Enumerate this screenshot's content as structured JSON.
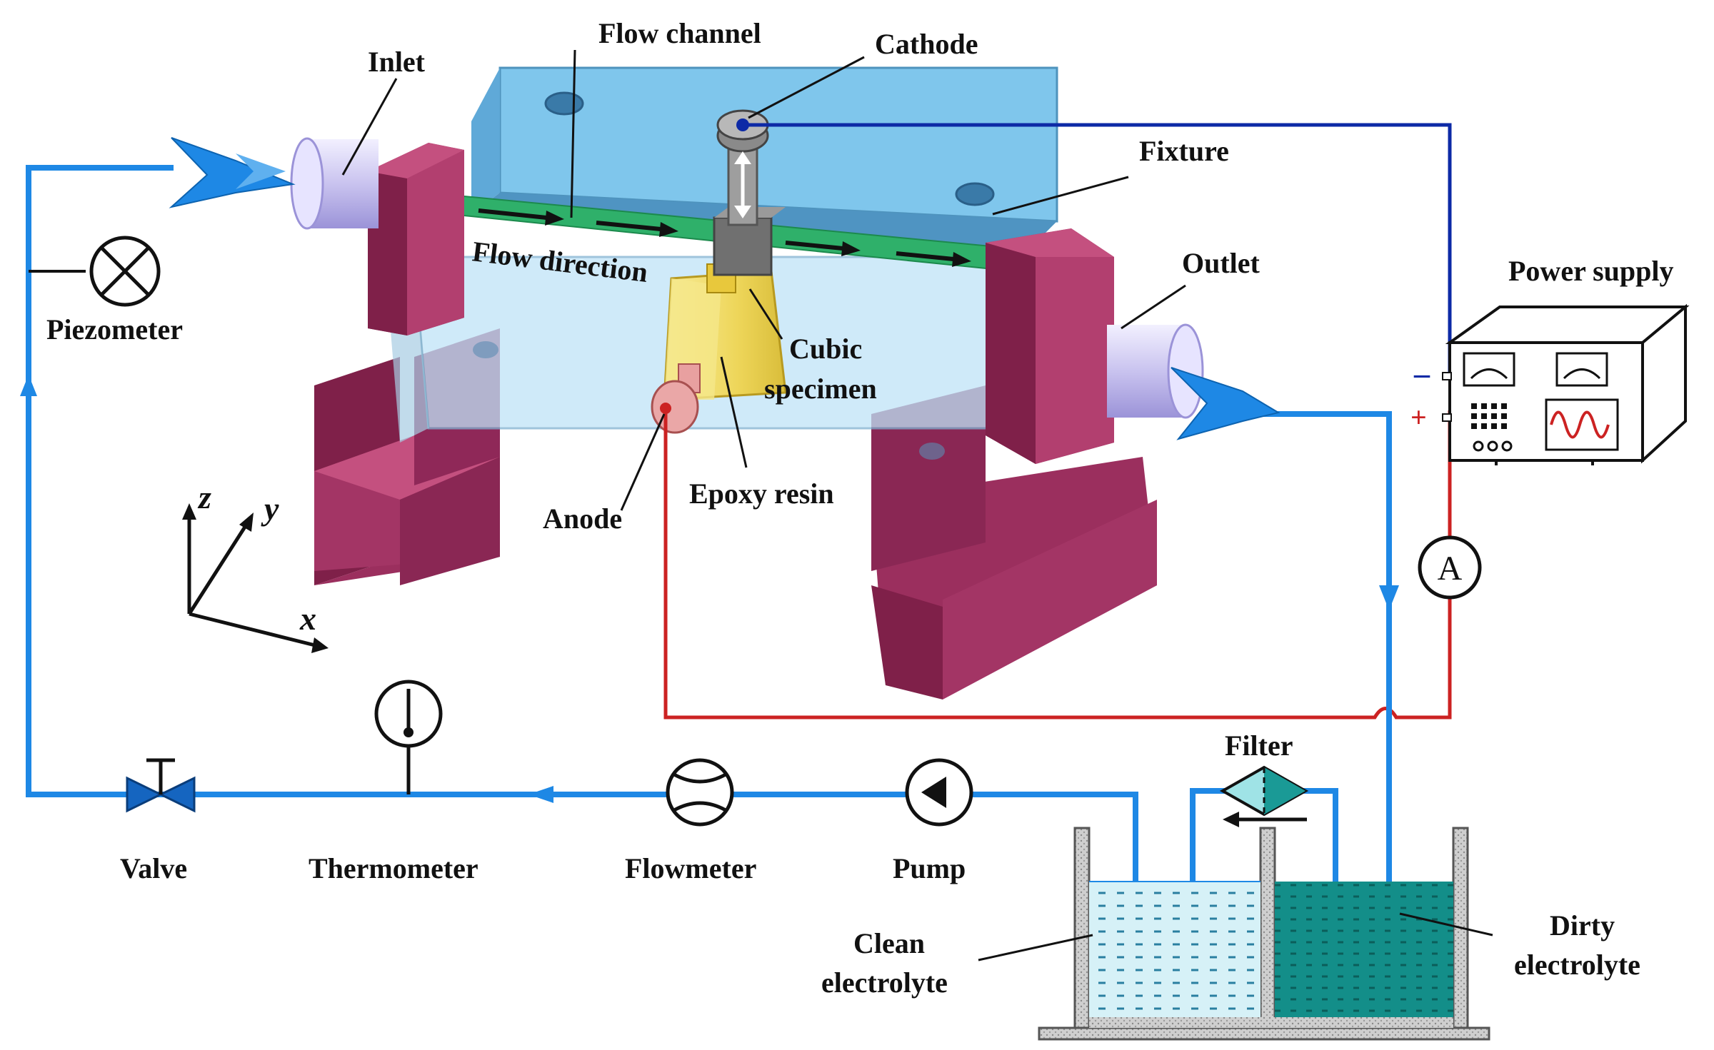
{
  "labels": {
    "flow_channel": "Flow channel",
    "cathode": "Cathode",
    "inlet": "Inlet",
    "fixture": "Fixture",
    "outlet": "Outlet",
    "power_supply": "Power supply",
    "flow_direction": "Flow direction",
    "cubic_specimen_line1": "Cubic",
    "cubic_specimen_line2": "specimen",
    "epoxy_resin": "Epoxy resin",
    "anode": "Anode",
    "piezometer": "Piezometer",
    "valve": "Valve",
    "thermometer": "Thermometer",
    "flowmeter": "Flowmeter",
    "pump": "Pump",
    "filter": "Filter",
    "clean_electrolyte_line1": "Clean",
    "clean_electrolyte_line2": "electrolyte",
    "dirty_electrolyte_line1": "Dirty",
    "dirty_electrolyte_line2": "electrolyte"
  },
  "axes": {
    "x": "x",
    "y": "y",
    "z": "z"
  },
  "symbols": {
    "ammeter": "A",
    "minus": "–",
    "plus": "+"
  },
  "colors": {
    "pipe": "#1e88e5",
    "cathode_wire": "#0d2aa6",
    "anode_wire": "#cc2222",
    "support": "#9b2f5e",
    "fixture_top": "#7fc6ec",
    "channel": "#2fb06a",
    "specimen": "#f4e07a",
    "dirty": "#138e89",
    "clean": "#d6f1f7"
  }
}
